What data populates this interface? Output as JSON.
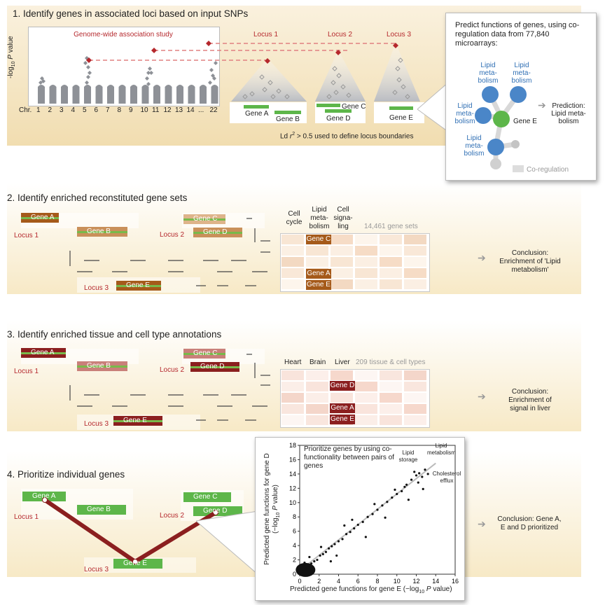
{
  "section1": {
    "title": "1. Identify genes in associated loci based on input SNPs",
    "gwas_title": "Genome-wide association study",
    "ylabel": "-log10 P value",
    "chr_label": "Chr.",
    "chromosomes": [
      "1",
      "2",
      "3",
      "4",
      "5",
      "6",
      "7",
      "8",
      "9",
      "10",
      "11",
      "12",
      "13",
      "14",
      "...",
      "22"
    ],
    "loci": [
      "Locus 1",
      "Locus 2",
      "Locus 3"
    ],
    "genes": {
      "a": "Gene A",
      "b": "Gene B",
      "c": "Gene C",
      "d": "Gene D",
      "e": "Gene E"
    },
    "ld_note": "Ld r2 > 0.5 used to define locus boundaries",
    "callout": {
      "title": "Predict functions of genes, using co-regulation data from 77,840 microarrays:",
      "node_label": "Lipid meta- bolism",
      "gene_e": "Gene E",
      "prediction": "Prediction: Lipid meta- bolism",
      "legend": "Co-regulation"
    }
  },
  "section2": {
    "title": "2. Identify enriched reconstituted gene sets",
    "loci": [
      "Locus 1",
      "Locus 2",
      "Locus 3"
    ],
    "columns": [
      "Cell cycle",
      "Lipid meta- bolism",
      "Cell signa- ling"
    ],
    "more": "14,461 gene sets",
    "hits": [
      "Gene C",
      "Gene A",
      "Gene E"
    ],
    "conclusion": "Conclusion: Enrichment of 'Lipid metabolism'"
  },
  "section3": {
    "title": "3. Identify enriched tissue and cell type annotations",
    "loci": [
      "Locus 1",
      "Locus 2",
      "Locus 3"
    ],
    "columns": [
      "Heart",
      "Brain",
      "Liver"
    ],
    "more": "209 tissue & cell types",
    "hits": [
      "Gene D",
      "Gene A",
      "Gene E"
    ],
    "conclusion": "Conclusion: Enrichment of signal in liver"
  },
  "section4": {
    "title": "4. Prioritize individual genes",
    "loci": [
      "Locus 1",
      "Locus 2",
      "Locus 3"
    ],
    "conclusion": "Conclusion: Gene A, E and D prioritized",
    "scatter_title": "Prioritize genes by using co-functionality between pairs of genes",
    "annotations": {
      "lipid_storage": "Lipid storage",
      "lipid_metabolism": "Lipid metabolism",
      "cholesterol_efflux": "Cholesterol efflux"
    }
  },
  "chart_data": {
    "type": "scatter",
    "title": "Prioritize genes by using co-functionality between pairs of genes",
    "xlabel": "Predicted gene functions for gene E (−log10 P value)",
    "ylabel": "Predicted gene functions for gene D (−log10 P value)",
    "xlim": [
      0,
      16
    ],
    "ylim": [
      0,
      18
    ],
    "xticks": [
      0,
      2,
      4,
      6,
      8,
      10,
      12,
      14,
      16
    ],
    "yticks": [
      0,
      2,
      4,
      6,
      8,
      10,
      12,
      14,
      16,
      18
    ],
    "trend_line": [
      [
        0,
        0.5
      ],
      [
        14,
        15.5
      ]
    ],
    "points": [
      [
        0.3,
        0.4
      ],
      [
        0.6,
        0.8
      ],
      [
        0.9,
        1.0
      ],
      [
        1.2,
        1.5
      ],
      [
        1.5,
        1.8
      ],
      [
        1.8,
        2.0
      ],
      [
        2.1,
        2.6
      ],
      [
        2.4,
        2.8
      ],
      [
        2.7,
        3.1
      ],
      [
        3.0,
        3.6
      ],
      [
        3.3,
        3.9
      ],
      [
        3.6,
        4.2
      ],
      [
        4.0,
        4.6
      ],
      [
        4.4,
        4.9
      ],
      [
        4.8,
        5.6
      ],
      [
        5.2,
        5.9
      ],
      [
        5.6,
        6.4
      ],
      [
        6.0,
        6.9
      ],
      [
        6.5,
        7.3
      ],
      [
        7.0,
        8.0
      ],
      [
        7.5,
        8.4
      ],
      [
        8.0,
        9.0
      ],
      [
        8.5,
        9.6
      ],
      [
        9.0,
        10.1
      ],
      [
        9.5,
        10.7
      ],
      [
        10.0,
        11.2
      ],
      [
        10.5,
        11.6
      ],
      [
        11.0,
        12.5
      ],
      [
        11.5,
        13.2
      ],
      [
        12.0,
        13.8
      ],
      [
        12.3,
        14.1
      ],
      [
        12.6,
        13.6
      ],
      [
        11.8,
        14.3
      ],
      [
        12.9,
        14.6
      ],
      [
        13.2,
        14.0
      ],
      [
        12.2,
        12.8
      ],
      [
        10.8,
        12.2
      ],
      [
        6.8,
        5.2
      ],
      [
        5.4,
        7.6
      ],
      [
        3.8,
        2.6
      ],
      [
        2.2,
        3.8
      ],
      [
        1.0,
        2.4
      ],
      [
        0.5,
        1.6
      ],
      [
        3.2,
        1.8
      ],
      [
        4.6,
        6.8
      ],
      [
        8.8,
        7.9
      ],
      [
        9.8,
        11.8
      ],
      [
        7.7,
        9.8
      ],
      [
        11.2,
        10.4
      ],
      [
        12.7,
        11.9
      ]
    ]
  }
}
